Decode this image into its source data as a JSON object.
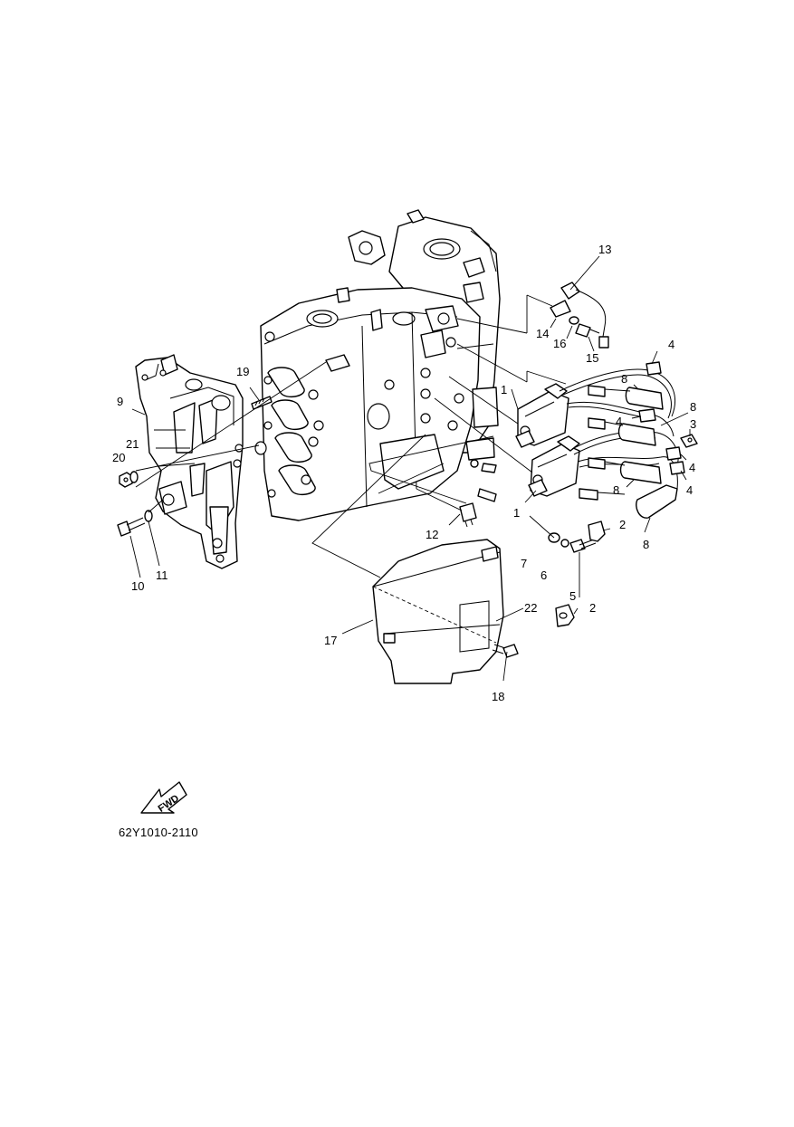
{
  "diagram": {
    "catalog_code": "62Y1010-2110",
    "direction_arrow_text": "FWD",
    "callouts": [
      {
        "id": "c13",
        "label": "13"
      },
      {
        "id": "c14",
        "label": "14"
      },
      {
        "id": "c16",
        "label": "16"
      },
      {
        "id": "c15",
        "label": "15"
      },
      {
        "id": "c4a",
        "label": "4"
      },
      {
        "id": "c8a",
        "label": "8"
      },
      {
        "id": "c1a",
        "label": "1"
      },
      {
        "id": "c8b",
        "label": "8"
      },
      {
        "id": "c4b",
        "label": "4"
      },
      {
        "id": "c3",
        "label": "3"
      },
      {
        "id": "c4c",
        "label": "4"
      },
      {
        "id": "c4d",
        "label": "4"
      },
      {
        "id": "c8c",
        "label": "8"
      },
      {
        "id": "c1b",
        "label": "1"
      },
      {
        "id": "c8d",
        "label": "8"
      },
      {
        "id": "c2a",
        "label": "2"
      },
      {
        "id": "c7",
        "label": "7"
      },
      {
        "id": "c6",
        "label": "6"
      },
      {
        "id": "c5",
        "label": "5"
      },
      {
        "id": "c2b",
        "label": "2"
      },
      {
        "id": "c22",
        "label": "22"
      },
      {
        "id": "c17",
        "label": "17"
      },
      {
        "id": "c18",
        "label": "18"
      },
      {
        "id": "c12",
        "label": "12"
      },
      {
        "id": "c19",
        "label": "19"
      },
      {
        "id": "c9",
        "label": "9"
      },
      {
        "id": "c21",
        "label": "21"
      },
      {
        "id": "c20",
        "label": "20"
      },
      {
        "id": "c10",
        "label": "10"
      },
      {
        "id": "c11",
        "label": "11"
      }
    ]
  }
}
